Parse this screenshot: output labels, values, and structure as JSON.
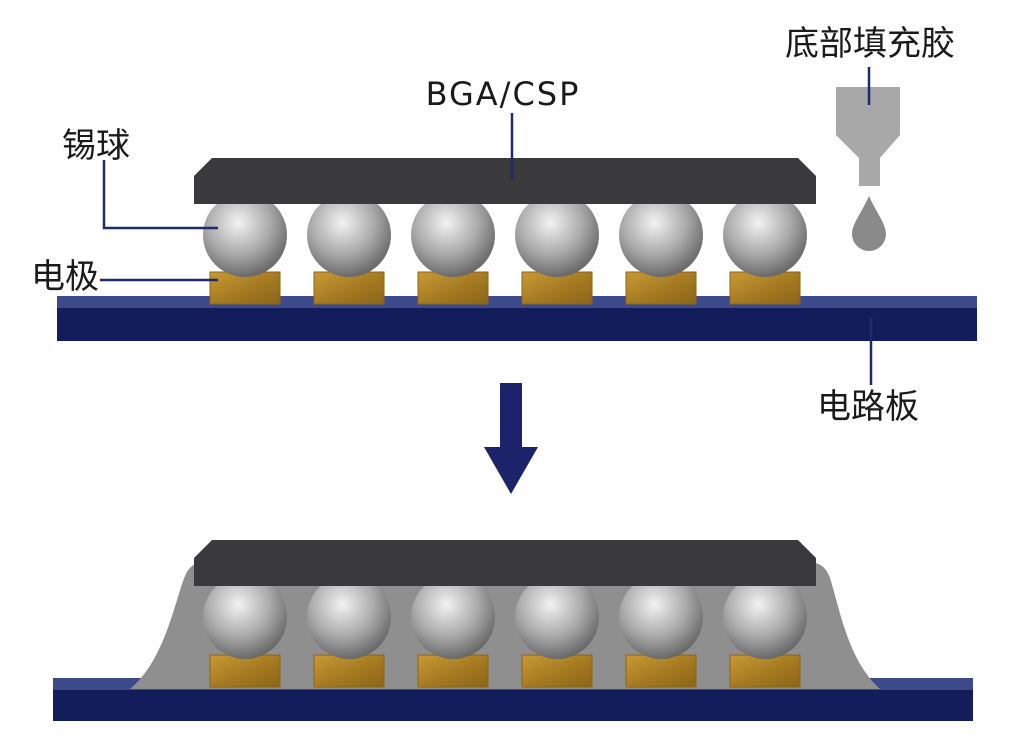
{
  "labels": {
    "chip": "BGA/CSP",
    "solder_ball": "锡球",
    "electrode": "电极",
    "underfill": "底部填充胶",
    "pcb": "电路板"
  },
  "before": {
    "ball_count": 6,
    "underfill_applied": false
  },
  "after": {
    "ball_count": 6,
    "underfill_applied": true
  },
  "colors": {
    "chip": "#3a3a3c",
    "ball_light": "#f2f2f2",
    "ball_mid": "#a9a9a9",
    "ball_dark": "#5e5e5e",
    "pad": "#b58a2a",
    "pad_dark": "#8a6418",
    "pcb_top": "#3c4a8c",
    "pcb_body": "#141d5c",
    "underfill": "#8f8f8f",
    "dispenser": "#a8a8a8",
    "drop": "#8a8a8a",
    "arrow": "#1c236a",
    "leader_line": "#1f2a6b"
  }
}
